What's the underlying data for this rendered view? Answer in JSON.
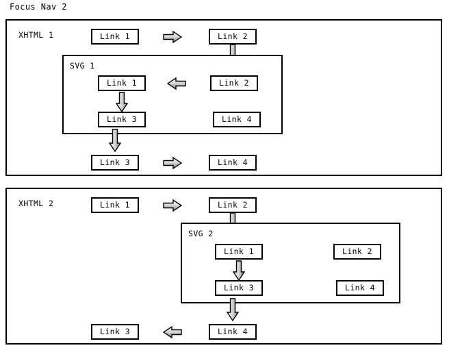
{
  "title": "Focus Nav 2",
  "colors": {
    "stroke": "#000000",
    "background": "#ffffff",
    "arrow_fill_light": "#f2f2f2",
    "arrow_fill_mid": "#c8c8c8",
    "arrow_fill_dark": "#8a8a8a"
  },
  "panels": [
    {
      "id": "panel-1",
      "label": "XHTML 1",
      "boxes": [
        {
          "name": "xhtml1-link-1",
          "text": "Link 1"
        },
        {
          "name": "xhtml1-link-2",
          "text": "Link 2"
        },
        {
          "name": "xhtml1-link-3",
          "text": "Link 3"
        },
        {
          "name": "xhtml1-link-4",
          "text": "Link 4"
        }
      ],
      "subpanel": {
        "id": "svg-1",
        "label": "SVG 1",
        "boxes": [
          {
            "name": "svg1-link-1",
            "text": "Link 1"
          },
          {
            "name": "svg1-link-2",
            "text": "Link 2"
          },
          {
            "name": "svg1-link-3",
            "text": "Link 3"
          },
          {
            "name": "svg1-link-4",
            "text": "Link 4"
          }
        ]
      },
      "arrows": [
        {
          "name": "arrow-right-xhtml1-link1-to-link2",
          "direction": "right"
        },
        {
          "name": "arrow-down-xhtml1-link2-to-svg1-link2",
          "direction": "down"
        },
        {
          "name": "arrow-left-svg1-link2-to-link1",
          "direction": "left"
        },
        {
          "name": "arrow-down-svg1-link1-to-link3",
          "direction": "down"
        },
        {
          "name": "arrow-down-svg1-link3-to-xhtml1-link3",
          "direction": "down"
        },
        {
          "name": "arrow-right-xhtml1-link3-to-link4",
          "direction": "right"
        }
      ]
    },
    {
      "id": "panel-2",
      "label": "XHTML 2",
      "boxes": [
        {
          "name": "xhtml2-link-1",
          "text": "Link 1"
        },
        {
          "name": "xhtml2-link-2",
          "text": "Link 2"
        },
        {
          "name": "xhtml2-link-3",
          "text": "Link 3"
        },
        {
          "name": "xhtml2-link-4",
          "text": "Link 4"
        }
      ],
      "subpanel": {
        "id": "svg-2",
        "label": "SVG 2",
        "boxes": [
          {
            "name": "svg2-link-1",
            "text": "Link 1"
          },
          {
            "name": "svg2-link-2",
            "text": "Link 2"
          },
          {
            "name": "svg2-link-3",
            "text": "Link 3"
          },
          {
            "name": "svg2-link-4",
            "text": "Link 4"
          }
        ]
      },
      "arrows": [
        {
          "name": "arrow-right-xhtml2-link1-to-link2",
          "direction": "right"
        },
        {
          "name": "arrow-down-xhtml2-link2-to-svg2-link1",
          "direction": "down"
        },
        {
          "name": "arrow-down-svg2-link1-to-link3",
          "direction": "down"
        },
        {
          "name": "arrow-down-svg2-link3-to-xhtml2-link4",
          "direction": "down"
        },
        {
          "name": "arrow-left-xhtml2-link4-to-link3",
          "direction": "left"
        }
      ]
    }
  ]
}
